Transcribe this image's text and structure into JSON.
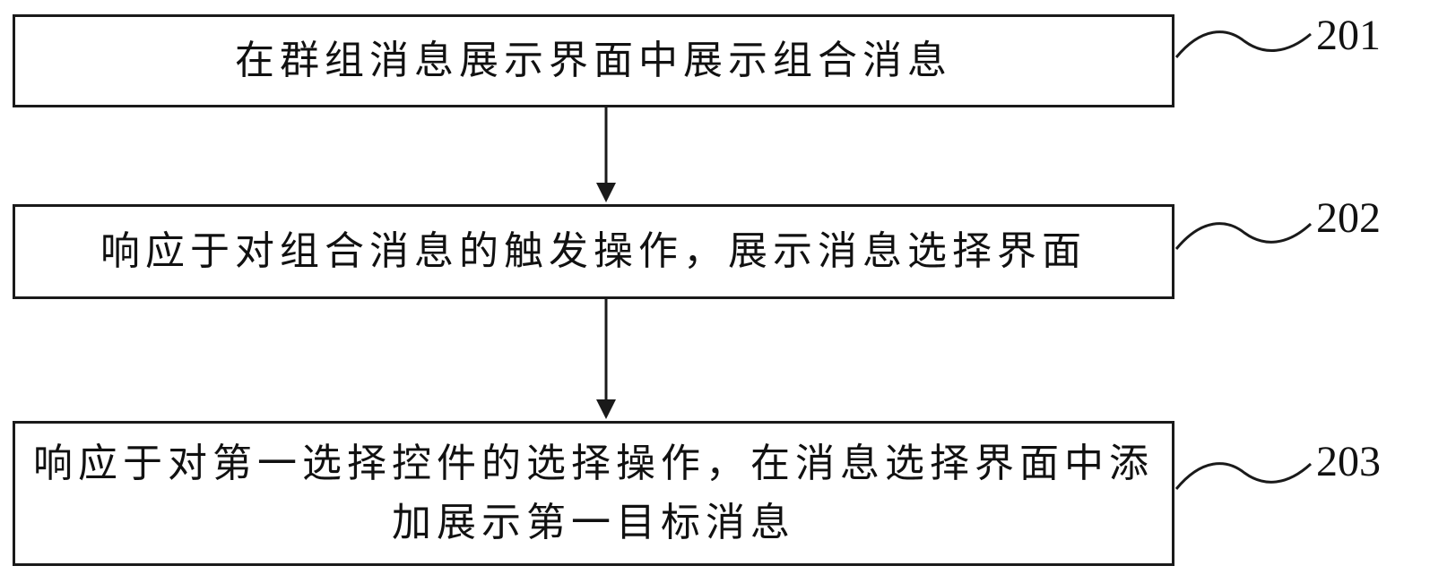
{
  "diagram": {
    "steps": [
      {
        "id": "201",
        "text": "在群组消息展示界面中展示组合消息"
      },
      {
        "id": "202",
        "text": "响应于对组合消息的触发操作，展示消息选择界面"
      },
      {
        "id": "203",
        "text": "响应于对第一选择控件的选择操作，在消息选择界面中添加展示第一目标消息"
      }
    ]
  }
}
